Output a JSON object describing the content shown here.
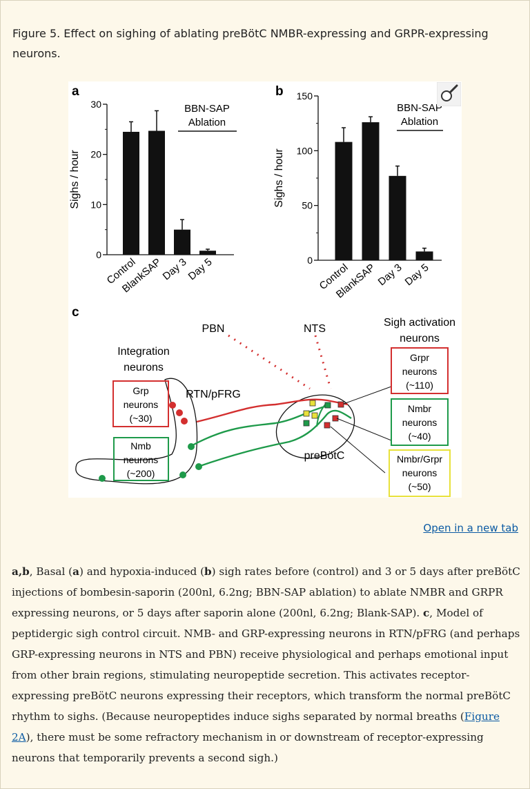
{
  "figure_title": "Figure 5. Effect on sighing of ablating preBötC NMBR-expressing and GRPR-expressing neurons.",
  "open_in_new_tab": "Open in a new tab",
  "caption": {
    "seg1": "a,b",
    "seg2": ", Basal (",
    "seg3": "a",
    "seg4": ") and hypoxia-induced (",
    "seg5": "b",
    "seg6": ") sigh rates before (control) and 3 or 5 days after preBötC injections of bombesin-saporin (200nl, 6.2ng; BBN-SAP ablation) to ablate NMBR and GRPR expressing neurons, or 5 days after saporin alone (200nl, 6.2ng; Blank-SAP). ",
    "seg7": "c",
    "seg8": ", Model of peptidergic sigh control circuit. NMB- and GRP-expressing neurons in RTN/pFRG (and perhaps GRP-expressing neurons in NTS and PBN) receive physiological and perhaps emotional input from other brain regions, stimulating neuropeptide secretion. This activates receptor-expressing preBötC neurons expressing their receptors, which transform the normal preBötC rhythm to sighs. (Because neuropeptides induce sighs separated by normal breaths (",
    "link": "Figure 2A",
    "seg9": "), there must be some refractory mechanism in or downstream of receptor-expressing neurons that temporarily prevents a second sigh.)"
  },
  "chart_data": [
    {
      "type": "bar",
      "panel": "a",
      "categories": [
        "Control",
        "BlankSAP",
        "Day 3",
        "Day 5"
      ],
      "values": [
        24.5,
        24.7,
        5.0,
        0.8
      ],
      "errors": [
        2.0,
        4.0,
        2.0,
        0.3
      ],
      "ylabel": "Sighs / hour",
      "yticks": [
        0,
        10,
        20,
        30
      ],
      "ylim": [
        0,
        30
      ],
      "annotation": [
        "BBN-SAP",
        "Ablation"
      ]
    },
    {
      "type": "bar",
      "panel": "b",
      "categories": [
        "Control",
        "BlankSAP",
        "Day 3",
        "Day 5"
      ],
      "values": [
        108,
        126,
        77,
        8
      ],
      "errors": [
        13,
        5,
        9,
        3
      ],
      "ylabel": "Sighs / hour",
      "yticks": [
        0,
        50,
        100,
        150
      ],
      "ylim": [
        0,
        150
      ],
      "annotation": [
        "BBN-SAP",
        "Ablation"
      ]
    }
  ],
  "diagram": {
    "panel": "c",
    "pbn": "PBN",
    "nts": "NTS",
    "integration": [
      "Integration",
      "neurons"
    ],
    "rtn": "RTN/pFRG",
    "prebotc": "preBötC",
    "sigh_activation": [
      "Sigh activation",
      "neurons"
    ],
    "grp": [
      "Grp",
      "neurons",
      "(~30)"
    ],
    "nmb": [
      "Nmb",
      "neurons",
      "(~200)"
    ],
    "grpr": [
      "Grpr",
      "neurons",
      "(~110)"
    ],
    "nmbr": [
      "Nmbr",
      "neurons",
      "(~40)"
    ],
    "nmbr_grpr": [
      "Nmbr/Grpr",
      "neurons",
      "(~50)"
    ],
    "colors": {
      "red": "#d32f2f",
      "green": "#1e9a4a",
      "yellow": "#e8e13a",
      "bar": "#111111"
    }
  }
}
